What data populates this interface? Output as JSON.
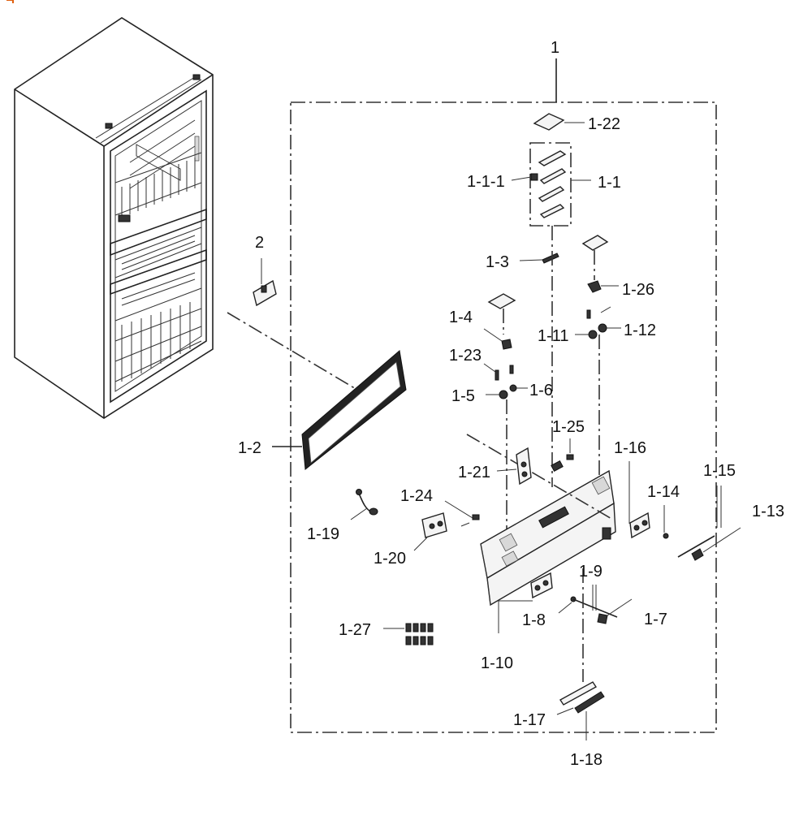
{
  "diagram": {
    "callouts": [
      {
        "id": "c-1",
        "text": "1"
      },
      {
        "id": "c-1-22",
        "text": "1-22"
      },
      {
        "id": "c-1-1-1",
        "text": "1-1-1"
      },
      {
        "id": "c-1-1",
        "text": "1-1"
      },
      {
        "id": "c-2",
        "text": "2"
      },
      {
        "id": "c-1-3",
        "text": "1-3"
      },
      {
        "id": "c-1-26",
        "text": "1-26"
      },
      {
        "id": "c-1-4",
        "text": "1-4"
      },
      {
        "id": "c-1-11",
        "text": "1-11"
      },
      {
        "id": "c-1-12",
        "text": "1-12"
      },
      {
        "id": "c-1-23",
        "text": "1-23"
      },
      {
        "id": "c-1-5",
        "text": "1-5"
      },
      {
        "id": "c-1-6",
        "text": "1-6"
      },
      {
        "id": "c-1-25",
        "text": "1-25"
      },
      {
        "id": "c-1-2",
        "text": "1-2"
      },
      {
        "id": "c-1-16",
        "text": "1-16"
      },
      {
        "id": "c-1-15",
        "text": "1-15"
      },
      {
        "id": "c-1-21",
        "text": "1-21"
      },
      {
        "id": "c-1-14",
        "text": "1-14"
      },
      {
        "id": "c-1-13",
        "text": "1-13"
      },
      {
        "id": "c-1-24",
        "text": "1-24"
      },
      {
        "id": "c-1-19",
        "text": "1-19"
      },
      {
        "id": "c-1-20",
        "text": "1-20"
      },
      {
        "id": "c-1-9",
        "text": "1-9"
      },
      {
        "id": "c-1-8",
        "text": "1-8"
      },
      {
        "id": "c-1-7",
        "text": "1-7"
      },
      {
        "id": "c-1-27",
        "text": "1-27"
      },
      {
        "id": "c-1-10",
        "text": "1-10"
      },
      {
        "id": "c-1-17",
        "text": "1-17"
      },
      {
        "id": "c-1-18",
        "text": "1-18"
      }
    ]
  }
}
